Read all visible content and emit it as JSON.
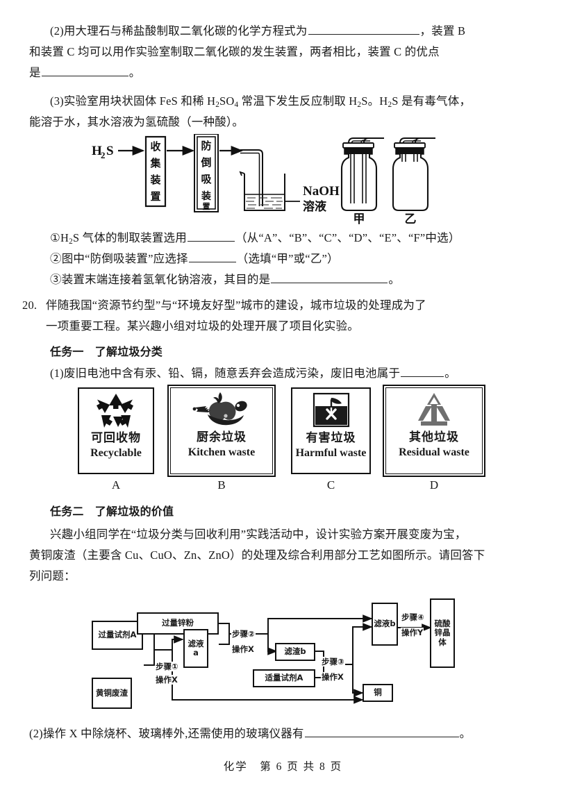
{
  "page": {
    "subject_footer": "化学　第 6 页 共 8 页"
  },
  "question19": {
    "part2_line1_a": "(2)用大理石与稀盐酸制取二氧化碳的化学方程式为",
    "part2_line1_b": "，装置 B",
    "part2_line2": "和装置 C 均可以用作实验室制取二氧化碳的发生装置，两者相比，装置 C 的优点",
    "part2_line3_a": "是",
    "part2_line3_b": "。",
    "part3_line1": "(3)实验室用块状固体 FeS 和稀 H2SO4 常温下发生反应制取 H2S。H2S 是有毒气体，",
    "part3_line2": "能溶于水，其水溶液为氢硫酸（一种酸）。",
    "item1_a": "①H2S 气体的制取装置选用",
    "item1_b": "（从“A”、“B”、“C”、“D”、“E”、“F”中选）",
    "item2_a": "②图中“防倒吸装置”应选择",
    "item2_b": "（选填“甲”或“乙”）",
    "item3_a": "③装置末端连接着氢氧化钠溶液，其目的是",
    "item3_b": "。"
  },
  "apparatus_diagram": {
    "source_label": "H2S",
    "box1": "收集装置",
    "box2": "防倒吸装置",
    "beaker_label_line1": "NaOH",
    "beaker_label_line2": "溶液",
    "bottle1_label": "甲",
    "bottle2_label": "乙"
  },
  "question20": {
    "number": "20.",
    "stem_line1": "伴随我国“资源节约型”与“环境友好型”城市的建设，城市垃圾的处理成为了",
    "stem_line2": "一项重要工程。某兴趣小组对垃圾的处理开展了项目化实验。",
    "task1_heading": "任务一　了解垃圾分类",
    "task1_q1_a": "(1)废旧电池中含有汞、铅、镉，随意丢弃会造成污染，废旧电池属于",
    "task1_q1_b": "。",
    "task2_heading": "任务二　了解垃圾的价值",
    "task2_line1": "兴趣小组同学在“垃圾分类与回收利用”实践活动中，设计实验方案开展变废为宝，",
    "task2_line2": "黄铜废渣（主要含 Cu、CuO、Zn、ZnO）的处理及综合利用部分工艺如图所示。请回答下",
    "task2_line3": "列问题：",
    "task2_q2_a": "(2)操作 X 中除烧杯、玻璃棒外,还需使用的玻璃仪器有",
    "task2_q2_b": "。"
  },
  "waste_cards": [
    {
      "letter": "A",
      "cn": "可回收物",
      "en": "Recyclable",
      "icon": "recycle-icon"
    },
    {
      "letter": "B",
      "cn": "厨余垃圾",
      "en": "Kitchen waste",
      "icon": "food-scraps-icon"
    },
    {
      "letter": "C",
      "cn": "有害垃圾",
      "en": "Harmful waste",
      "icon": "harmful-waste-icon"
    },
    {
      "letter": "D",
      "cn": "其他垃圾",
      "en": "Residual waste",
      "icon": "residual-waste-icon"
    }
  ],
  "flowchart": {
    "boxes": {
      "reagent_a_excess": "过量试剂A",
      "brass_slag": "黄铜废渣",
      "excess_zinc_powder": "过量锌粉",
      "filtrate_a": "滤液a",
      "residue_b": "滤渣b",
      "reagent_a_proper": "适量试剂A",
      "filtrate_b": "滤液b",
      "copper": "铜",
      "zinc_sulfate_crystal": "硫酸锌晶体"
    },
    "labels": {
      "step1_line1": "步骤①",
      "step1_line2": "操作X",
      "step2_line1": "步骤②",
      "step2_line2": "操作X",
      "step3_line1": "步骤③",
      "step3_line2": "操作X",
      "step4_line1": "步骤④",
      "step4_line2": "操作Y"
    }
  },
  "colors": {
    "ink": "#1a1a1a",
    "line": "#111111",
    "paper": "#ffffff"
  }
}
